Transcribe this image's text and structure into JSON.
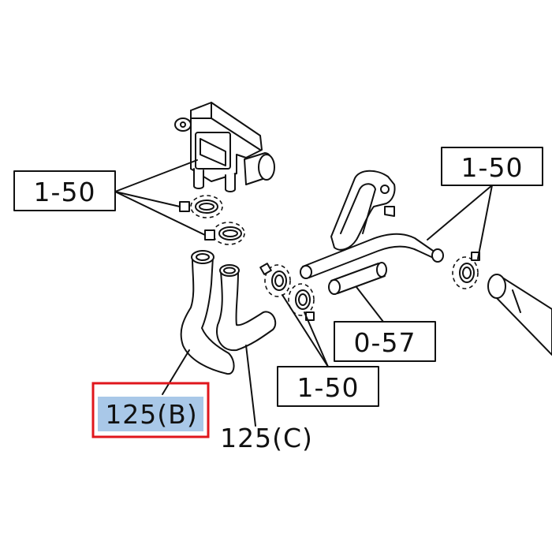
{
  "diagram": {
    "callouts": {
      "top_left": "1-50",
      "top_right": "1-50",
      "middle_right": "0-57",
      "middle_bottom": "1-50",
      "hose_b": "125(B)",
      "hose_c": "125(C)"
    },
    "highlight": {
      "target": "hose_b",
      "fill_color": "#a9c8e8",
      "border_color": "#e0161c"
    }
  }
}
